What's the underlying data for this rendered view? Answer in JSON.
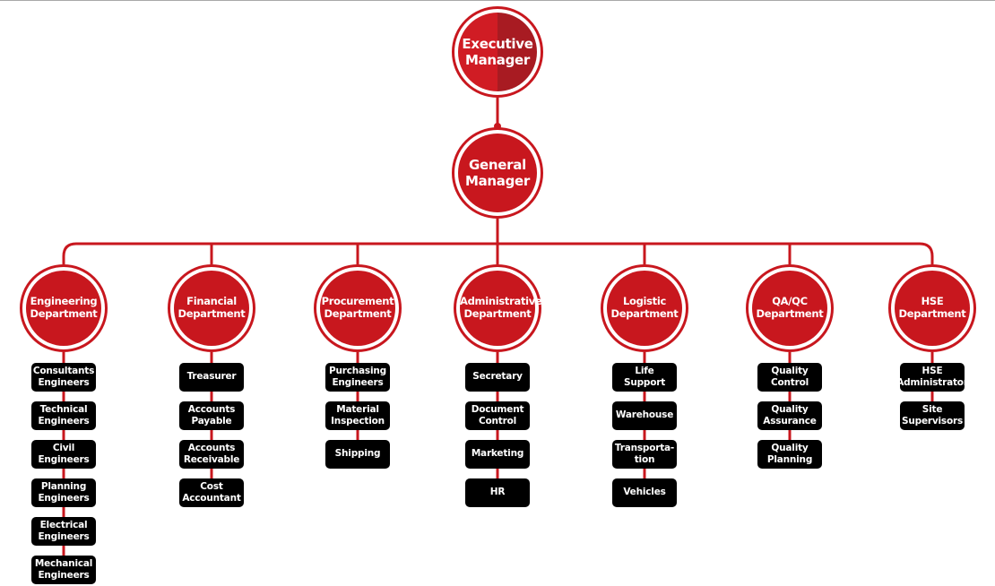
{
  "colors": {
    "accent": "#c8171e",
    "accent_dark": "#a81b22",
    "role_bg": "#000000",
    "text_light": "#ffffff"
  },
  "executive": {
    "label": "Executive Manager"
  },
  "general": {
    "label": "General Manager"
  },
  "departments": [
    {
      "label": "Engineering Department",
      "roles": [
        "Consultants Engineers",
        "Technical Engineers",
        "Civil Engineers",
        "Planning Engineers",
        "Electrical Engineers",
        "Mechanical Engineers"
      ]
    },
    {
      "label": "Financial Department",
      "roles": [
        "Treasurer",
        "Accounts Payable",
        "Accounts Receivable",
        "Cost Accountant"
      ]
    },
    {
      "label": "Procurement Department",
      "roles": [
        "Purchasing Engineers",
        "Material Inspection",
        "Shipping"
      ]
    },
    {
      "label": "Administrative Department",
      "roles": [
        "Secretary",
        "Document Control",
        "Marketing",
        "HR"
      ]
    },
    {
      "label": "Logistic Department",
      "roles": [
        "Life Support",
        "Warehouse",
        "Transporta-tion",
        "Vehicles"
      ]
    },
    {
      "label": "QA/QC Department",
      "roles": [
        "Quality Control",
        "Quality Assurance",
        "Quality Planning"
      ]
    },
    {
      "label": "HSE Department",
      "roles": [
        "HSE Administrator",
        "Site Supervisors"
      ]
    }
  ]
}
